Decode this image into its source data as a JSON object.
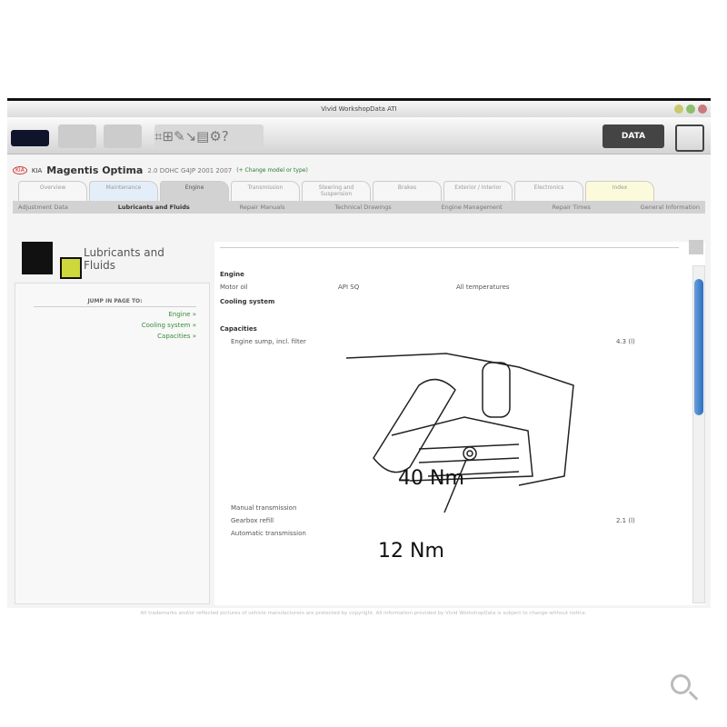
{
  "window": {
    "title": "Vivid WorkshopData ATI"
  },
  "toolbar": {
    "logo_text": "DATA"
  },
  "vehicle": {
    "make": "KIA",
    "model": "Magentis Optima",
    "spec": "2.0 DOHC G4JP 2001 2007",
    "change_link": "(+ Change model or type)"
  },
  "tabs": [
    {
      "label": "Overview"
    },
    {
      "label": "Maintenance"
    },
    {
      "label": "Engine"
    },
    {
      "label": "Transmission"
    },
    {
      "label": "Steering and Suspension"
    },
    {
      "label": "Brakes"
    },
    {
      "label": "Exterior / Interior"
    },
    {
      "label": "Electronics"
    },
    {
      "label": "Index"
    }
  ],
  "subtabs": [
    {
      "label": "Adjustment Data"
    },
    {
      "label": "Lubricants and Fluids"
    },
    {
      "label": "Repair Manuals"
    },
    {
      "label": "Technical Drawings"
    },
    {
      "label": "Engine Management"
    },
    {
      "label": "Repair Times"
    },
    {
      "label": "General Information"
    }
  ],
  "sidebar": {
    "title": "Lubricants and Fluids",
    "jump_title": "JUMP IN PAGE TO:",
    "links": [
      {
        "label": "Engine »"
      },
      {
        "label": "Cooling system »"
      },
      {
        "label": "Capacities »"
      }
    ]
  },
  "content": {
    "engine_heading": "Engine",
    "motor_oil_label": "Motor oil",
    "motor_oil_spec": "API SQ",
    "motor_oil_temp": "All temperatures",
    "cooling_heading": "Cooling system",
    "capacities_heading": "Capacities",
    "sump_label": "Engine sump, incl. filter",
    "sump_value": "4.3 (l)",
    "torque1": "40 Nm",
    "manual_label": "Manual transmission",
    "gearbox_label": "Gearbox refill",
    "gearbox_value": "2.1 (l)",
    "auto_label": "Automatic transmission",
    "torque2": "12 Nm"
  },
  "footer": {
    "text": "All trademarks and/or reflected pictures of vehicle manufacturers are protected by copyright. All information provided by Vivid WorkshopData is subject to change without notice."
  }
}
